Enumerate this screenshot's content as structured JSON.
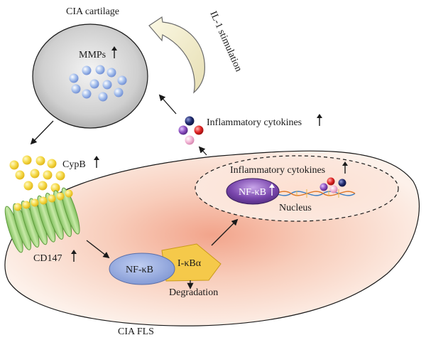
{
  "labels": {
    "cia_cartilage": "CIA cartilage",
    "mmps": "MMPs",
    "il1_stimulation": "IL-1 stimulation",
    "inflammatory_cytokines_outer": "Inflammatory cytokines",
    "cypb": "CypB",
    "inflammatory_cytokines_nucleus": "Inflammatory cytokines",
    "nfkb_nucleus": "NF-κB",
    "nucleus": "Nucleus",
    "cd147": "CD147",
    "nfkb_cytoplasm": "NF-κB",
    "ikba": "I-κBα",
    "degradation": "Degradation",
    "cia_fls": "CIA FLS"
  },
  "colors": {
    "cartilage_fill": "#c9c9c9",
    "mmp_bead": "#9bb6e8",
    "cypb_bead": "#f2d23c",
    "cd147_green": "#a9d98a",
    "fls_cell": "#fbe3d8",
    "nfkb_cytoplasm": "#8ea4dc",
    "ikba": "#f5c94a",
    "nfkb_nucleus": "#6f3fa0",
    "cytokine_navy": "#1f2a6e",
    "cytokine_purple": "#8b4fc0",
    "cytokine_red": "#e02424",
    "cytokine_pink": "#f3b6d6",
    "arrow_il1": "#f3efcf"
  }
}
